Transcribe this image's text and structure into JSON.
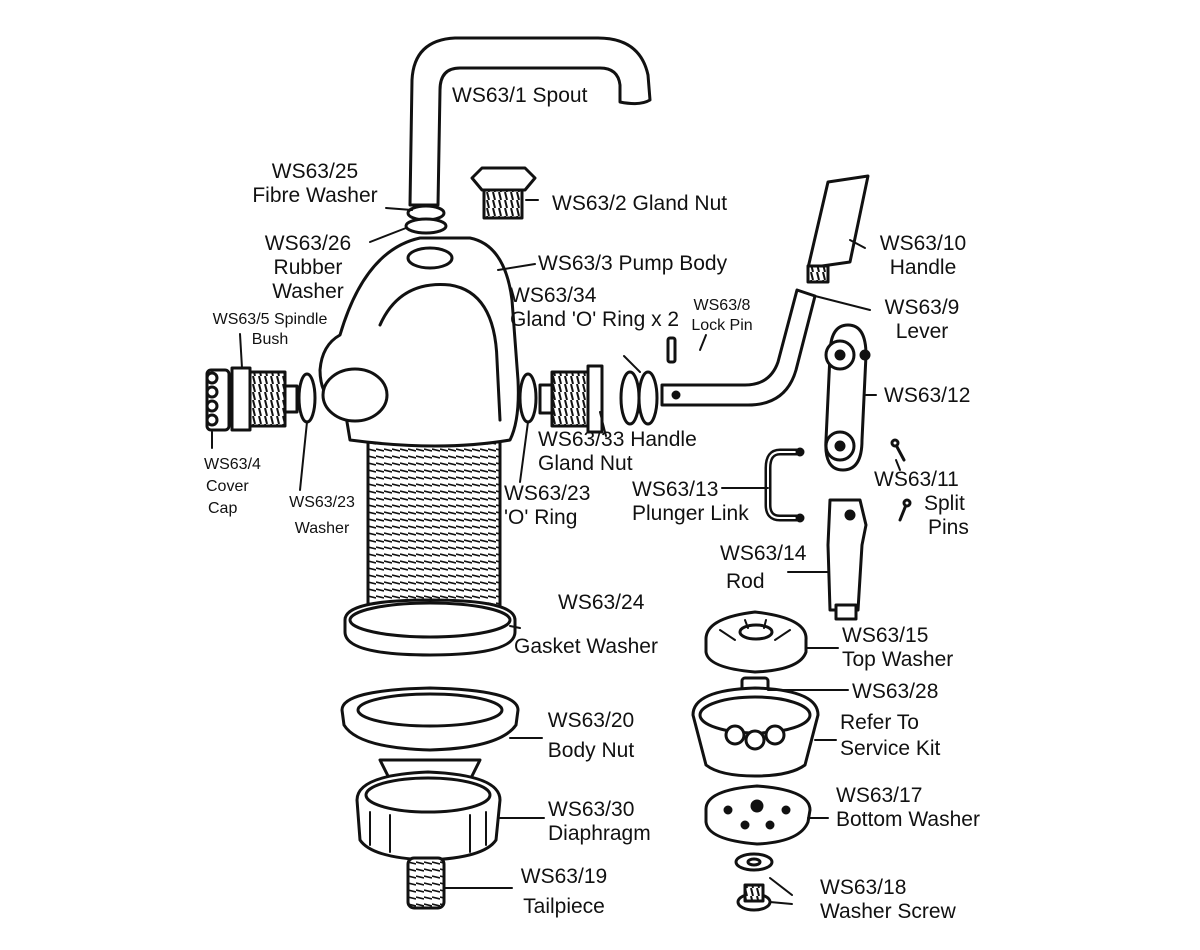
{
  "labels": {
    "spout": "WS63/1 Spout",
    "fibre_washer": [
      "WS63/25",
      "Fibre Washer"
    ],
    "gland_nut": "WS63/2 Gland Nut",
    "rubber_washer": [
      "WS63/26",
      "Rubber",
      "Washer"
    ],
    "pump_body": "WS63/3 Pump Body",
    "handle": [
      "WS63/10",
      "Handle"
    ],
    "gland_o_ring": [
      "WS63/34",
      "Gland 'O' Ring x 2"
    ],
    "lock_pin": [
      "WS63/8",
      "Lock Pin"
    ],
    "lever": [
      "WS63/9",
      "Lever"
    ],
    "spindle_bush": [
      "WS63/5 Spindle",
      "Bush"
    ],
    "ws63_12": "WS63/12",
    "cover_cap": [
      "WS63/4",
      "Cover",
      "Cap"
    ],
    "washer_23": [
      "WS63/23",
      "Washer"
    ],
    "handle_gland_nut": [
      "WS63/33 Handle",
      "Gland Nut"
    ],
    "o_ring_23": [
      "WS63/23",
      "'O' Ring"
    ],
    "split_pins_11": [
      "WS63/11",
      "Split",
      "Pins"
    ],
    "plunger_link": [
      "WS63/13",
      "Plunger Link"
    ],
    "rod": [
      "WS63/14",
      "Rod"
    ],
    "gasket_washer": [
      "WS63/24",
      "Gasket Washer"
    ],
    "top_washer": [
      "WS63/15",
      "Top Washer"
    ],
    "ws63_28": "WS63/28",
    "body_nut": [
      "WS63/20",
      "Body Nut"
    ],
    "service_kit": [
      "Refer To",
      "Service Kit"
    ],
    "diaphragm": [
      "WS63/30",
      "Diaphragm"
    ],
    "bottom_washer": [
      "WS63/17",
      "Bottom Washer"
    ],
    "tailpiece": [
      "WS63/19",
      "Tailpiece"
    ],
    "washer_screw": [
      "WS63/18",
      "Washer Screw"
    ]
  }
}
